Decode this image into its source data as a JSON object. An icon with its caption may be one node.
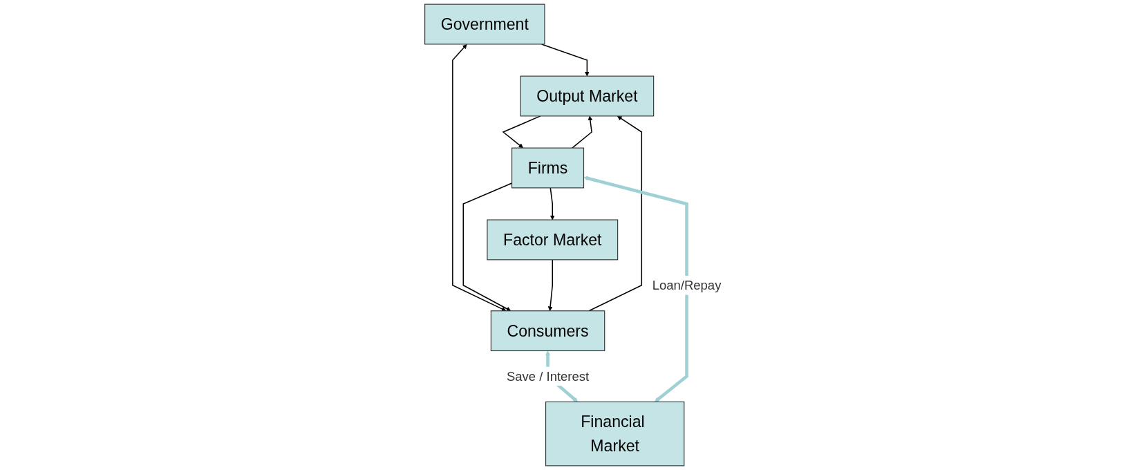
{
  "diagram": {
    "nodes": [
      {
        "text": [
          "Government"
        ]
      },
      {
        "text": [
          "Consumers"
        ]
      },
      {
        "text": [
          "Output Market"
        ]
      },
      {
        "text": [
          "Factor Market"
        ]
      },
      {
        "text": [
          "Financial Market"
        ]
      },
      {
        "text": [
          "Firms"
        ]
      }
    ],
    "edges": [
      {
        "from": 0,
        "to": 2,
        "arrow": "to"
      },
      {
        "from": 0,
        "to": 1,
        "arrow": "both"
      },
      {
        "from": 1,
        "to": 2,
        "arrow": "to"
      },
      {
        "from": 5,
        "to": 1,
        "arrow": "to"
      },
      {
        "from": 5,
        "to": 2,
        "arrow": "to"
      },
      {
        "from": 2,
        "to": 5,
        "arrow": "to"
      },
      {
        "from": 3,
        "to": 1,
        "arrow": "to"
      },
      {
        "from": 5,
        "to": 3,
        "arrow": "to"
      },
      {
        "from": 1,
        "to": 4,
        "arrow": "both",
        "label": "Save / Interest",
        "style": "thick",
        "color": "#9fd0d3"
      },
      {
        "from": 5,
        "to": 4,
        "arrow": "both",
        "label": "Loan/Repay",
        "style": "thick",
        "color": "#9fd0d3"
      }
    ]
  }
}
